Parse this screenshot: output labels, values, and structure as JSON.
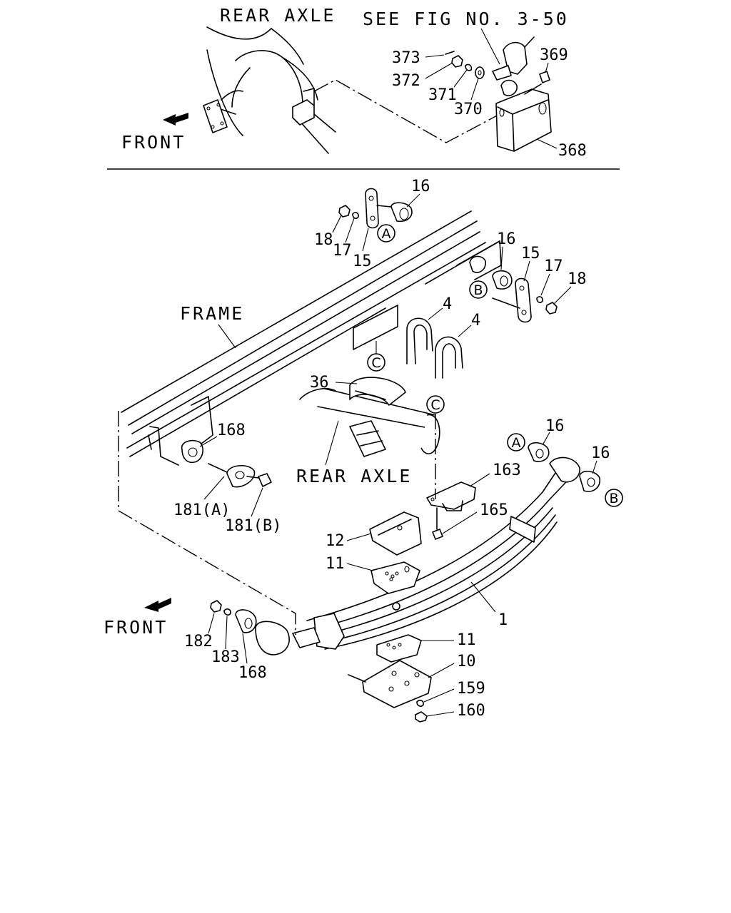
{
  "top_section": {
    "rear_axle_label": "REAR AXLE",
    "see_fig_label": "SEE FIG NO. 3-50",
    "front_label": "FRONT",
    "parts": [
      "373",
      "372",
      "371",
      "370",
      "369",
      "368"
    ]
  },
  "main_section": {
    "frame_label": "FRAME",
    "rear_axle_label": "REAR AXLE",
    "front_label": "FRONT",
    "callout_labels": {
      "p16_a": "16",
      "p18_a": "18",
      "p17_a": "17",
      "p15_a": "15",
      "p16_b": "16",
      "p15_b": "15",
      "p17_b": "17",
      "p18_b": "18",
      "p4_a": "4",
      "p4_b": "4",
      "p36": "36",
      "p168_a": "168",
      "p181a": "181(A)",
      "p181b": "181(B)",
      "p16_c": "16",
      "p16_d": "16",
      "p163": "163",
      "p165": "165",
      "p12": "12",
      "p11_a": "11",
      "p1": "1",
      "p182": "182",
      "p183": "183",
      "p168_b": "168",
      "p11_b": "11",
      "p10": "10",
      "p159": "159",
      "p160": "160"
    },
    "reference_circles": {
      "a1": "A",
      "b1": "B",
      "c1": "C",
      "c2": "C",
      "a2": "A",
      "b2": "B"
    }
  }
}
